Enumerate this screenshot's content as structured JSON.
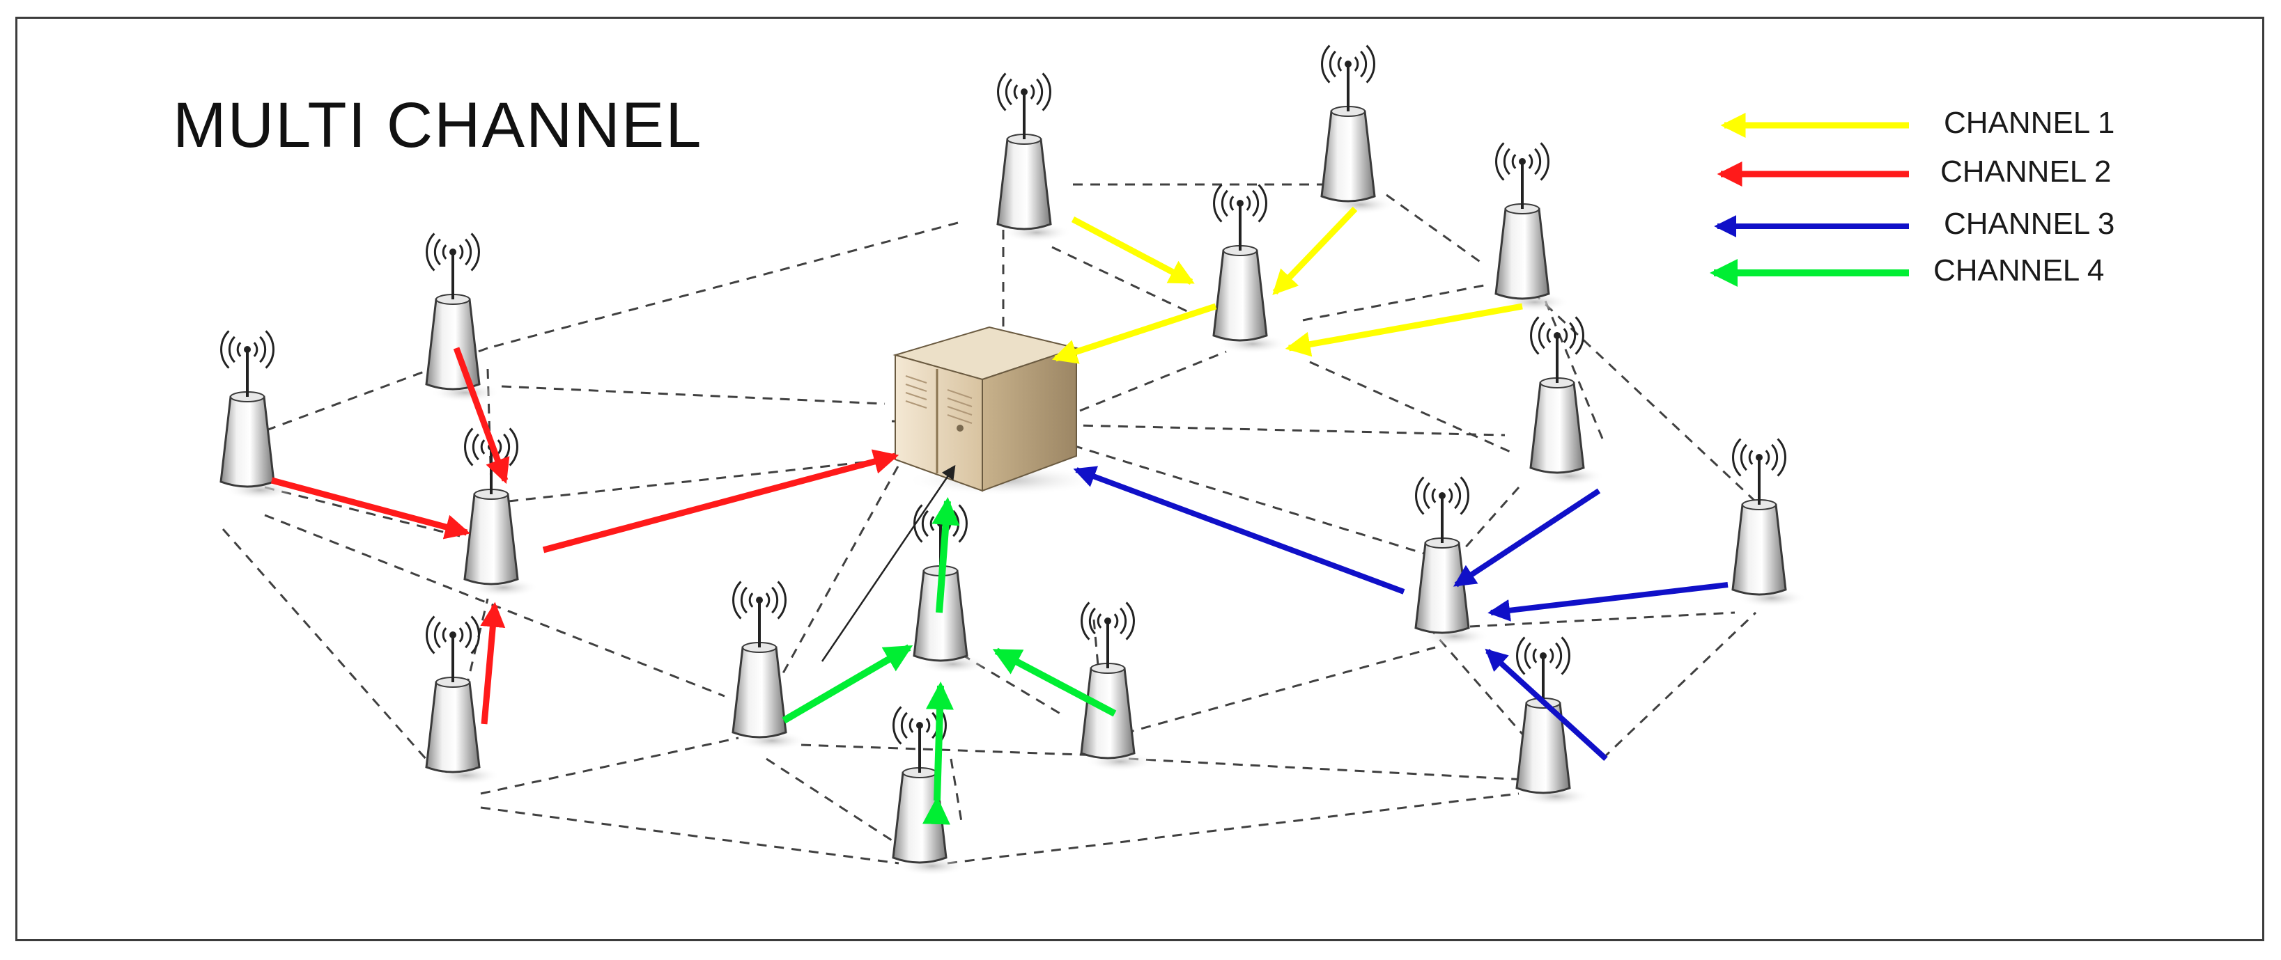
{
  "title": "MULTI CHANNEL",
  "legend": [
    {
      "label": "CHANNEL 1",
      "color": "#ffff00"
    },
    {
      "label": "CHANNEL 2",
      "color": "#ff1a1a"
    },
    {
      "label": "CHANNEL 3",
      "color": "#1010c8"
    },
    {
      "label": "CHANNEL 4",
      "color": "#00ee33"
    }
  ],
  "icons": {
    "node": "wireless-antenna-tower-icon",
    "hub": "server-cabinet-icon"
  },
  "colors": {
    "border": "#3c3c3c",
    "link": "#404040",
    "tower": "#d9d9d9",
    "server": "#e8d8bd"
  }
}
